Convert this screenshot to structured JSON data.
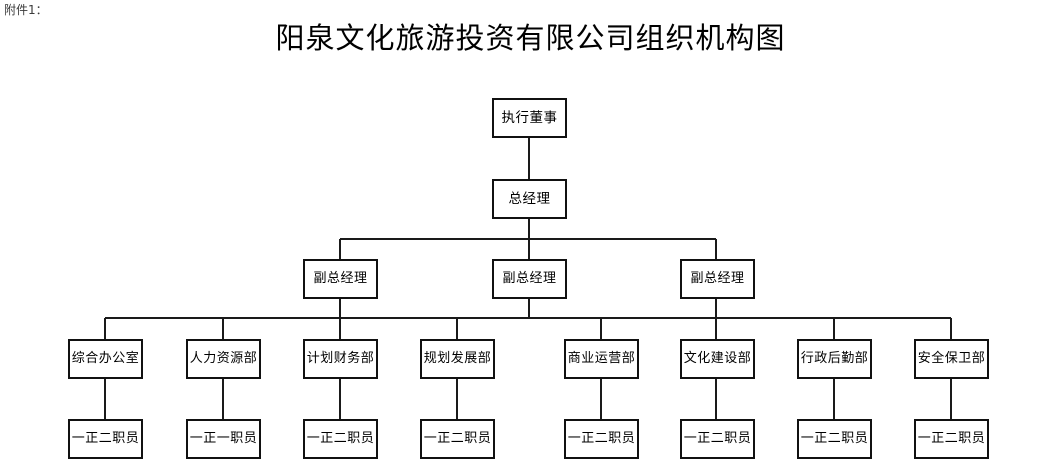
{
  "page": {
    "attachment_label": "附件1：",
    "title": "阳泉文化旅游投资有限公司组织机构图",
    "background_color": "#ffffff",
    "box_border_color": "#111111",
    "line_color": "#1a1a1a"
  },
  "org_chart": {
    "type": "org-chart",
    "tiers": [
      {
        "name": "executive",
        "labels": [
          "执行董事"
        ]
      },
      {
        "name": "general-manager",
        "labels": [
          "总经理"
        ]
      },
      {
        "name": "deputy-general-managers",
        "labels": [
          "副总经理",
          "副总经理",
          "副总经理"
        ]
      },
      {
        "name": "departments",
        "labels": [
          "综合办公室",
          "人力资源部",
          "计划财务部",
          "规划发展部",
          "商业运营部",
          "文化建设部",
          "行政后勤部",
          "安全保卫部"
        ]
      },
      {
        "name": "staffing",
        "labels": [
          "一正二职员",
          "一正一职员",
          "一正二职员",
          "一正二职员",
          "一正二职员",
          "一正二职员",
          "一正二职员",
          "一正二职员"
        ]
      }
    ],
    "nodes": {
      "executive_director": "执行董事",
      "general_manager": "总经理",
      "deputy_1": "副总经理",
      "deputy_2": "副总经理",
      "deputy_3": "副总经理",
      "dept_1": "综合办公室",
      "dept_2": "人力资源部",
      "dept_3": "计划财务部",
      "dept_4": "规划发展部",
      "dept_5": "商业运营部",
      "dept_6": "文化建设部",
      "dept_7": "行政后勤部",
      "dept_8": "安全保卫部",
      "staff_1": "一正二职员",
      "staff_2": "一正一职员",
      "staff_3": "一正二职员",
      "staff_4": "一正二职员",
      "staff_5": "一正二职员",
      "staff_6": "一正二职员",
      "staff_7": "一正二职员",
      "staff_8": "一正二职员"
    }
  }
}
